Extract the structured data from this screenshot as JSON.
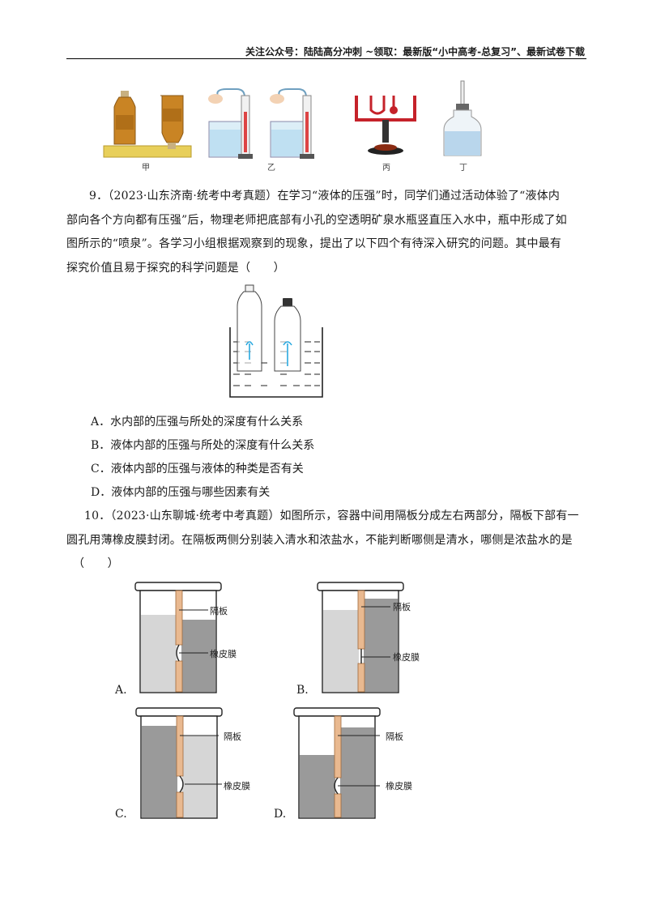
{
  "header": {
    "text": "关注公众号：陆陆高分冲刺  ~领取：最新版“小中高考-总复习”、最新试卷下载"
  },
  "figure_row": {
    "captions": [
      "甲",
      "乙",
      "丙",
      "丁"
    ]
  },
  "q9": {
    "line1": "9．（2023·山东济南·统考中考真题）在学习“液体的压强”时，同学们通过活动体验了“液体内",
    "line2": "部向各个方向都有压强”后，物理老师把底部有小孔的空透明矿泉水瓶竖直压入水中，瓶中形成了如",
    "line3": "图所示的“喷泉”。各学习小组根据观察到的现象，提出了以下四个有待深入研究的问题。其中最有",
    "line4": "探究价值且易于探究的科学问题是（　　）",
    "options": [
      "A．水内部的压强与所处的深度有什么关系",
      "B．液体内部的压强与所处的深度有什么关系",
      "C．液体内部的压强与液体的种类是否有关",
      "D．液体内部的压强与哪些因素有关"
    ]
  },
  "q10": {
    "line1": "10．（2023·山东聊城·统考中考真题）如图所示，容器中间用隔板分成左右两部分，隔板下部有一",
    "line2": "圆孔用薄橡皮膜封闭。在隔板两侧分别装入清水和浓盐水，不能判断哪侧是清水，哪侧是浓盐水的是",
    "line3": "（　　）",
    "figures": [
      {
        "letter": "A.",
        "partition": "隔板",
        "membrane": "橡皮膜"
      },
      {
        "letter": "B.",
        "partition": "隔板",
        "membrane": "橡皮膜"
      },
      {
        "letter": "C.",
        "partition": "隔板",
        "membrane": "橡皮膜"
      },
      {
        "letter": "D.",
        "partition": "隔板",
        "membrane": "橡皮膜"
      }
    ]
  },
  "colors": {
    "dark_water": "#9a9a9a",
    "light_water": "#d6d6d6",
    "partition": "#e9b990",
    "bottle_amber": "#c98424",
    "base_yellow": "#e8cf5a",
    "spray_blue": "#29a9e0"
  }
}
